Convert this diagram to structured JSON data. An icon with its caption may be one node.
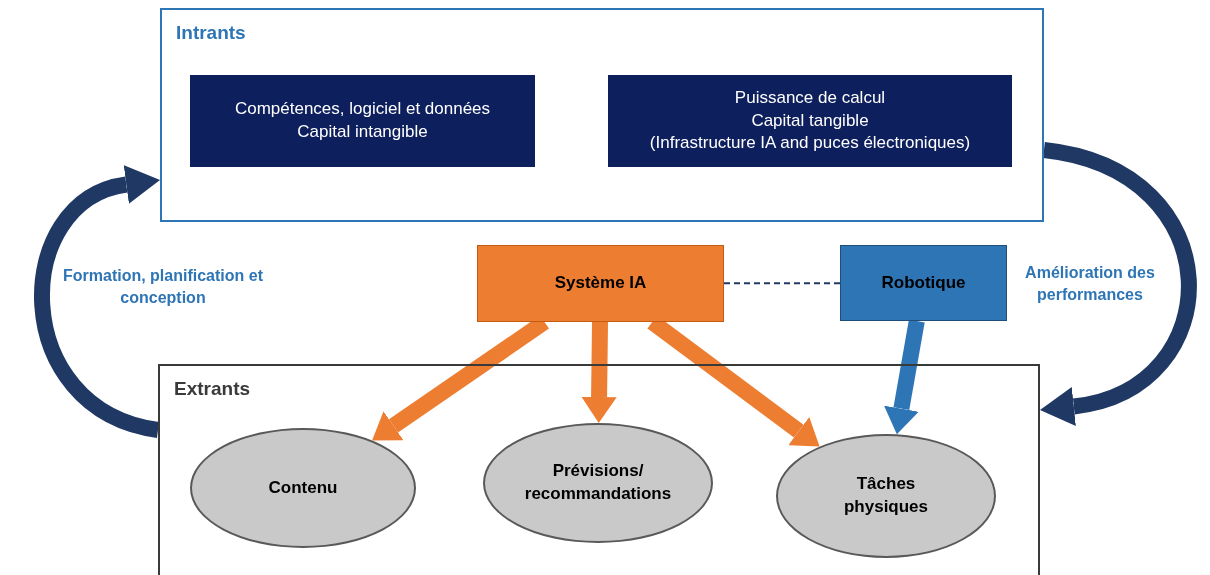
{
  "diagram": {
    "nodes": [
      {
        "text": [
          "Intrants"
        ]
      },
      {
        "text": [
          "Compétences, logiciel et données",
          "Capital intangible"
        ],
        "in": 0
      },
      {
        "text": [
          "Puissance de calcul",
          "Capital tangible",
          "(Infrastructure IA and puces électroniques)"
        ],
        "in": 0
      },
      {
        "text": [
          "Système IA"
        ]
      },
      {
        "text": [
          "Robotique"
        ]
      },
      {
        "text": [
          "Extrants"
        ]
      },
      {
        "text": [
          "Contenu"
        ],
        "in": 5
      },
      {
        "text": [
          "Prévisions/ recommandations"
        ],
        "in": 5
      },
      {
        "text": [
          "Tâches physiques"
        ],
        "in": 5
      }
    ],
    "edges": [
      {
        "from": 3,
        "to": 4,
        "arrow": "none",
        "style": "dashed",
        "color": "#203864"
      },
      {
        "from": 3,
        "to": 6,
        "arrow": "to",
        "color": "#ed7d31"
      },
      {
        "from": 3,
        "to": 7,
        "arrow": "to",
        "color": "#ed7d31"
      },
      {
        "from": 3,
        "to": 8,
        "arrow": "to",
        "color": "#ed7d31"
      },
      {
        "from": 4,
        "to": 8,
        "arrow": "to",
        "color": "#2e75b6"
      },
      {
        "from": 5,
        "to": 0,
        "arrow": "to",
        "color": "#203864",
        "label": "Formation, planification et conception"
      },
      {
        "from": 0,
        "to": 5,
        "arrow": "to",
        "color": "#203864",
        "label": "Amélioration des performances"
      }
    ]
  }
}
